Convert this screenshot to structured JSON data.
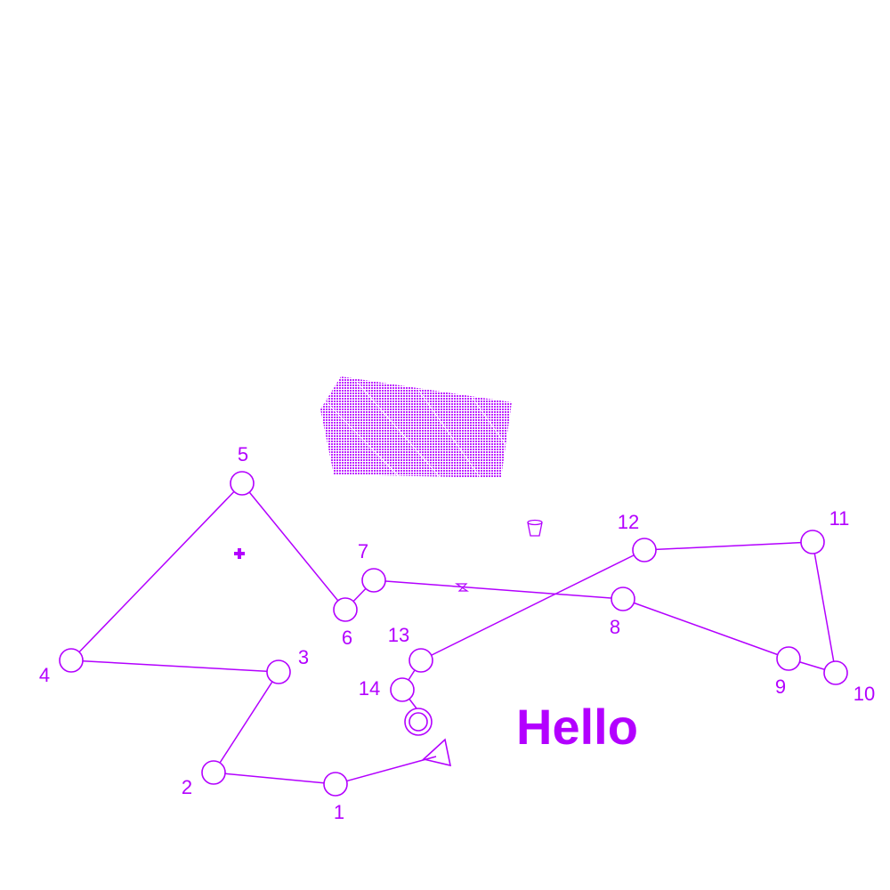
{
  "colors": {
    "accent": "#b300ff",
    "background": "#ffffff"
  },
  "message": "Hello",
  "nodes": [
    {
      "label": "1"
    },
    {
      "label": "2"
    },
    {
      "label": "3"
    },
    {
      "label": "4"
    },
    {
      "label": "5"
    },
    {
      "label": "6"
    },
    {
      "label": "7"
    },
    {
      "label": "8"
    },
    {
      "label": "9"
    },
    {
      "label": "10"
    },
    {
      "label": "11"
    },
    {
      "label": "12"
    },
    {
      "label": "13"
    },
    {
      "label": "14"
    }
  ],
  "icons": {
    "start_marker": "triangle-icon",
    "end_marker": "target-ring-icon",
    "plus_marker": "plus-icon",
    "cup_marker": "cup-icon",
    "link_marker": "hourglass-icon",
    "obstacle": "hatched-block"
  }
}
